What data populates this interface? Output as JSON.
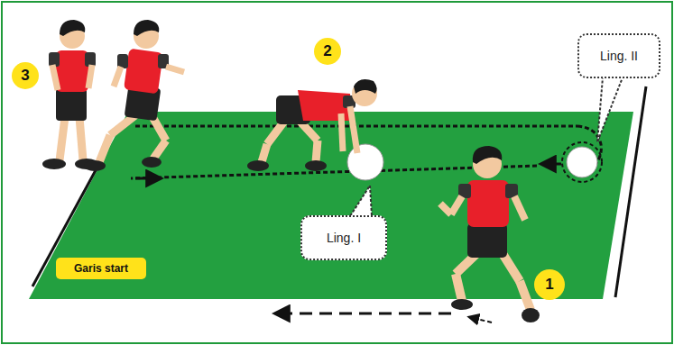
{
  "diagram": {
    "nodes": [
      {
        "text": [
          "3"
        ]
      },
      {
        "text": [
          "2"
        ]
      },
      {
        "text": [
          "Ling. II"
        ]
      },
      {
        "text": [
          "Ling. I"
        ]
      },
      {
        "text": [
          "Garis start"
        ]
      },
      {
        "text": [
          "1"
        ]
      }
    ]
  }
}
